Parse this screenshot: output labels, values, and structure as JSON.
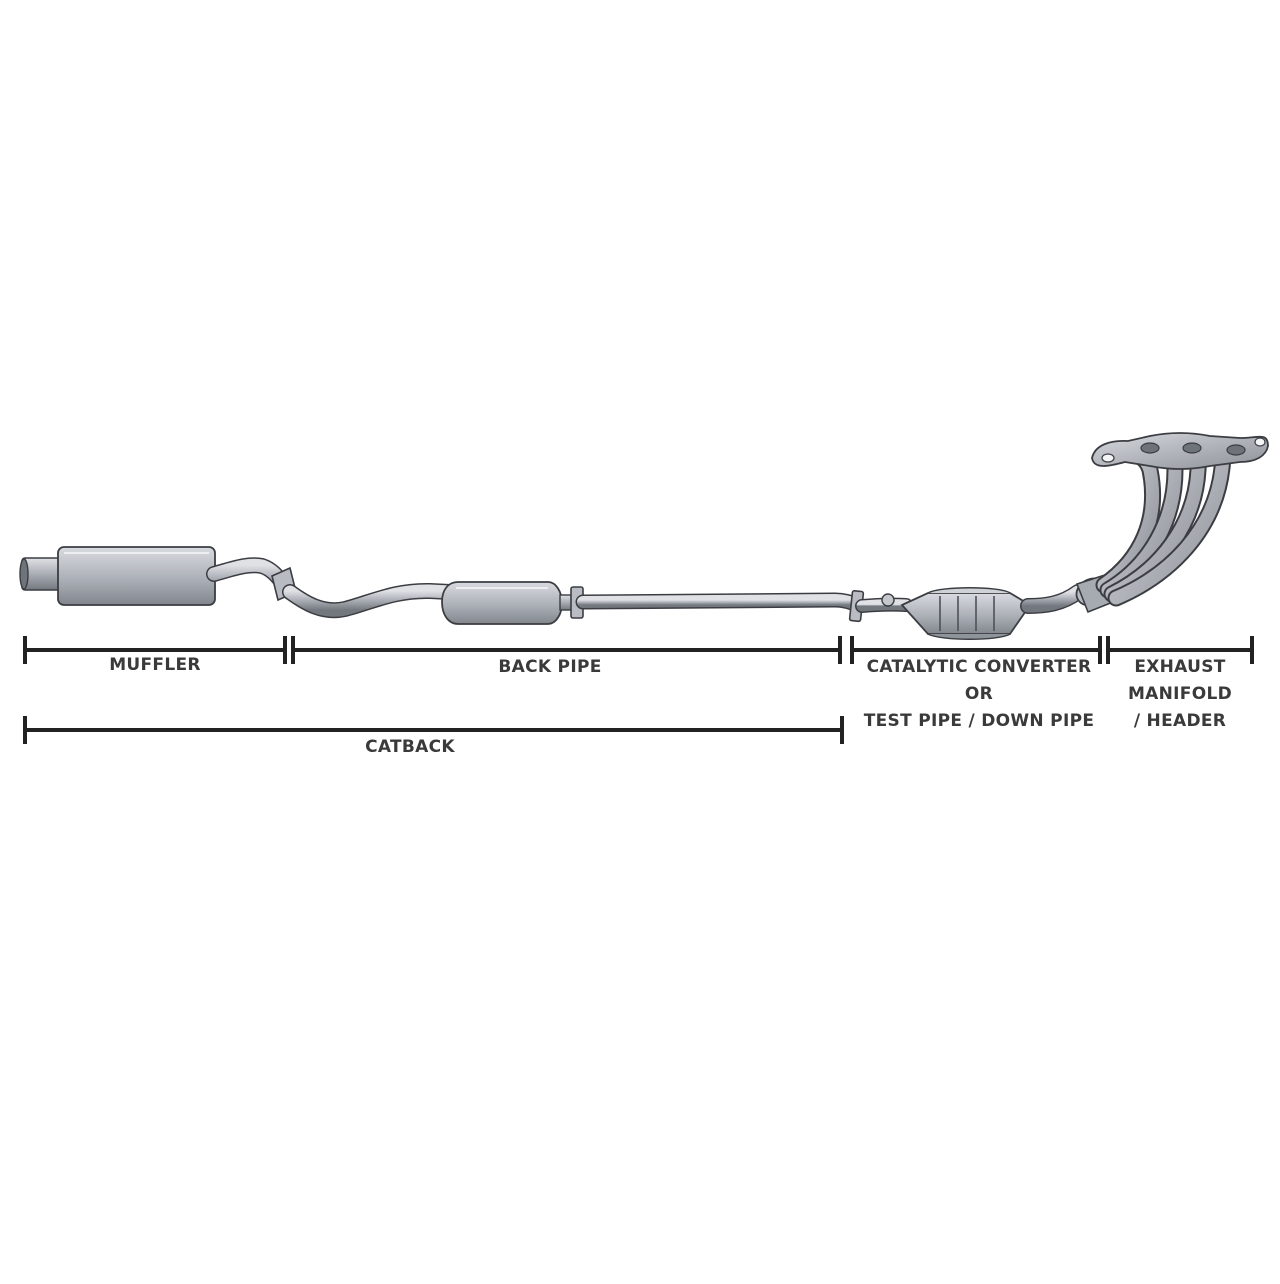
{
  "labels": {
    "muffler": "MUFFLER",
    "back_pipe": "BACK PIPE",
    "catalytic": [
      "CATALYTIC CONVERTER",
      "OR",
      "TEST PIPE / DOWN PIPE"
    ],
    "exhaust": [
      "EXHAUST",
      "MANIFOLD",
      "/ HEADER"
    ],
    "catback": "CATBACK"
  },
  "colors": {
    "metal_light": "#c9ccd1",
    "metal_mid": "#a7abb2",
    "metal_dark": "#7b7f86",
    "outline": "#3b3d42",
    "dimension_line": "#222222",
    "text": "#3a3a3a"
  }
}
